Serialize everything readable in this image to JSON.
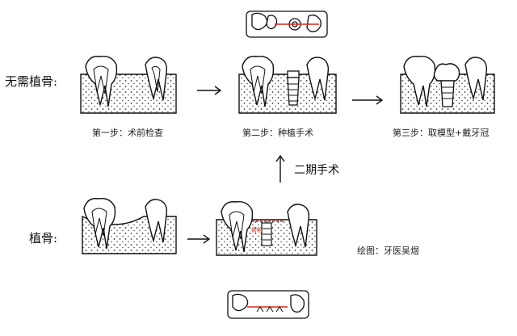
{
  "rows": {
    "no_bone_graft_label": "无需植骨:",
    "bone_graft_label": "植骨:"
  },
  "steps": {
    "step1": "第一步：术前检查",
    "step2": "第二步：种植手术",
    "step3": "第三步：取模型+戴牙冠"
  },
  "second_stage_label": "二期手术",
  "graft_mark": "骨粉",
  "credit": "绘图：牙医吴煜",
  "colors": {
    "ink": "#111111",
    "red_mark": "#d42a1a",
    "paper": "#ffffff"
  }
}
